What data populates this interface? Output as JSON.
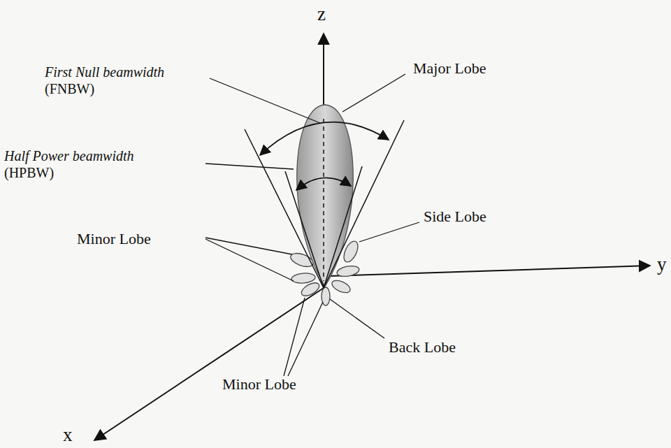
{
  "diagram": {
    "labels": [
      "z",
      "y",
      "x",
      "First Null beamwidth",
      "(FNBW)",
      "Major Lobe",
      "Half Power beamwidth",
      "(HPBW)",
      "Side Lobe",
      "Minor Lobe",
      "Back Lobe",
      "Minor Lobe"
    ]
  }
}
